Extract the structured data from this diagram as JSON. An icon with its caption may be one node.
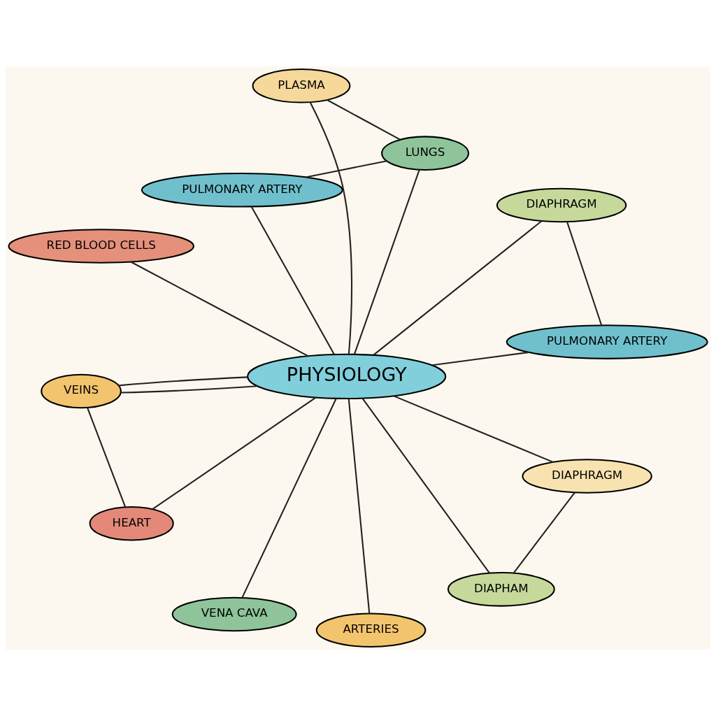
{
  "diagram": {
    "nodes": [
      {
        "text": [
          "PHYSIOLOGY"
        ]
      },
      {
        "text": [
          "HEART"
        ]
      },
      {
        "text": [
          "ARTERIES"
        ]
      },
      {
        "text": [
          "VEINS"
        ]
      },
      {
        "text": [
          "PLASMA"
        ]
      },
      {
        "text": [
          "VENA CAVA"
        ]
      },
      {
        "text": [
          "LUNGS"
        ]
      },
      {
        "text": [
          "RED BLOOD CELLS"
        ]
      },
      {
        "text": [
          "PULMONARY ARTERY"
        ]
      },
      {
        "text": [
          "DIAPHRAGM"
        ]
      },
      {
        "text": [
          "PULMONARY ARTERY"
        ]
      },
      {
        "text": [
          "DIAPHRAGM"
        ]
      },
      {
        "text": [
          "DIAPHAM"
        ]
      }
    ],
    "edges": [
      {
        "from": 1,
        "to": 0,
        "arrow": "none"
      },
      {
        "from": 1,
        "to": 3,
        "arrow": "none"
      },
      {
        "from": 2,
        "to": 0,
        "arrow": "none"
      },
      {
        "from": 3,
        "to": 0,
        "arrow": "none"
      },
      {
        "from": 3,
        "to": 0,
        "arrow": "none"
      },
      {
        "from": 5,
        "to": 0,
        "arrow": "none"
      },
      {
        "from": 4,
        "to": 0,
        "arrow": "none"
      },
      {
        "from": 4,
        "to": 6,
        "arrow": "none"
      },
      {
        "from": 6,
        "to": 0,
        "arrow": "none"
      },
      {
        "from": 6,
        "to": 8,
        "arrow": "none"
      },
      {
        "from": 8,
        "to": 0,
        "arrow": "none"
      },
      {
        "from": 7,
        "to": 0,
        "arrow": "none"
      },
      {
        "from": 0,
        "to": 9,
        "arrow": "none"
      },
      {
        "from": 9,
        "to": 12,
        "arrow": "none"
      },
      {
        "from": 0,
        "to": 12,
        "arrow": "none"
      },
      {
        "from": 0,
        "to": 11,
        "arrow": "none"
      },
      {
        "from": 0,
        "to": 10,
        "arrow": "none"
      },
      {
        "from": 10,
        "to": 11,
        "arrow": "none"
      }
    ]
  }
}
